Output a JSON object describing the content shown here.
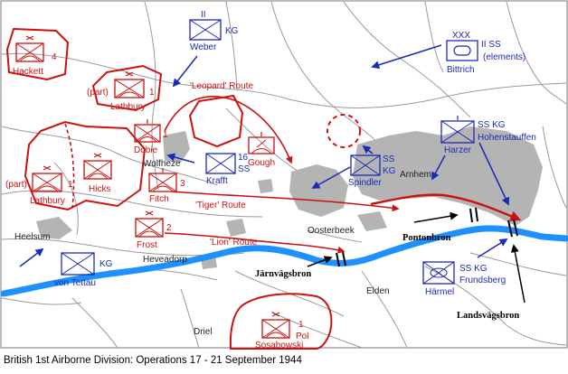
{
  "caption": "British 1st Airborne Division: Operations 17 - 21 September 1944",
  "colors": {
    "british": "#cc1111",
    "german": "#1a2ab8",
    "river": "#1e90ff",
    "urban": "#b4b4b4",
    "roads": "#9a9a9a",
    "background": "#ffffff"
  },
  "routes": {
    "leopard": "'Leopard' Route",
    "tiger": "'Tiger' Route",
    "lion": "'Lion' Route"
  },
  "places": {
    "heelsum": "Heelsum",
    "wolfheze": "Wolfheze",
    "oosterbeek": "Oosterbeek",
    "heveadorp": "Heveadorp",
    "arnhem": "Arnhem",
    "elden": "Elden",
    "driel": "Driel"
  },
  "bridges": {
    "pontonbron": "Pontonbron",
    "jarnvagsbron": "Järnvägsbron",
    "landsvagsbron": "Landsvägsbron"
  },
  "british_units": {
    "hackett": {
      "size": "4",
      "name": "Hackett"
    },
    "lathbury_north": {
      "prefix": "(part)",
      "size": "1",
      "name": "Lathbury"
    },
    "dobie": {
      "size": "1",
      "name": "Dobie"
    },
    "gough": {
      "name": "Gough"
    },
    "lathbury_drop": {
      "prefix": "(part)",
      "size": "1",
      "name": "Lathbury"
    },
    "hicks": {
      "name": "Hicks"
    },
    "fitch": {
      "size": "3",
      "name": "Fitch"
    },
    "frost": {
      "size": "2",
      "name": "Frost"
    },
    "sosabowski": {
      "size": "1",
      "extra": "Pol",
      "name": "Sosabowski"
    }
  },
  "german_units": {
    "weber": {
      "echelon": "II",
      "type": "KG",
      "name": "Weber"
    },
    "bittrich": {
      "echelon": "XXX",
      "type": "II SS",
      "extra": "(elements)",
      "name": "Bittrich"
    },
    "krafft": {
      "size": "16",
      "type": "SS",
      "name": "Krafft"
    },
    "spindler": {
      "type": "SS",
      "extra": "KG",
      "name": "Spindler"
    },
    "harzer": {
      "type": "SS KG",
      "extra": "Hohenstauffen",
      "name": "Harzer"
    },
    "von_tettau": {
      "type": "KG",
      "name": "von Tettau"
    },
    "harmel": {
      "type": "SS KG",
      "extra": "Frundsberg",
      "name": "Härmel"
    }
  }
}
